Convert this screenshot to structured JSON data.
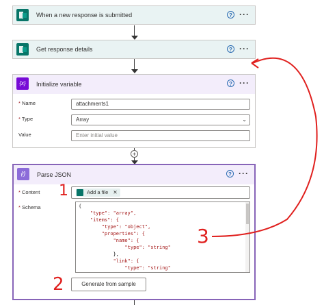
{
  "steps": {
    "trigger": {
      "title": "When a new response is submitted",
      "icon": "forms-icon",
      "color": "#e9f3f3"
    },
    "get_details": {
      "title": "Get response details",
      "icon": "forms-icon",
      "color": "#e9f3f3"
    },
    "init_var": {
      "title": "Initialize variable",
      "icon_text": "{x}",
      "color": "#f3edfb",
      "fields": {
        "name_label": "Name",
        "name_value": "attachments1",
        "type_label": "Type",
        "type_value": "Array",
        "value_label": "Value",
        "value_placeholder": "Enter initial value"
      }
    },
    "parse_json": {
      "title": "Parse JSON",
      "icon_text": "{⁄}",
      "color": "#f3edfb",
      "content_label": "Content",
      "content_token": "Add a file",
      "schema_label": "Schema",
      "schema_lines": [
        "{",
        "    \"type\": \"array\",",
        "    \"items\": {",
        "        \"type\": \"object\",",
        "        \"properties\": {",
        "            \"name\": {",
        "                \"type\": \"string\"",
        "            },",
        "            \"link\": {",
        "                \"type\": \"string\""
      ],
      "generate_button": "Generate from sample"
    }
  },
  "help_glyph": "?",
  "more_glyph": "···",
  "annotations": {
    "one": "1",
    "two": "2",
    "three": "3",
    "color": "#e0201e"
  },
  "colors": {
    "forms_teal": "#077568",
    "variable_purple": "#770bd6",
    "accent_border": "#8764b8"
  }
}
